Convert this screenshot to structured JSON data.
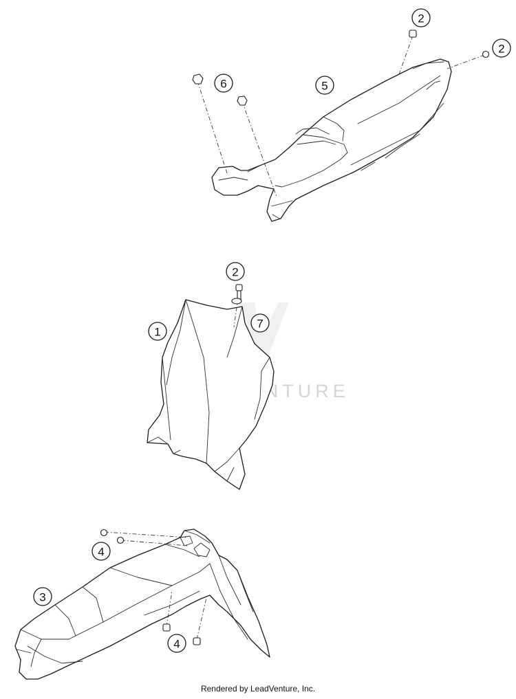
{
  "callouts": [
    {
      "id": "c-2a",
      "label": "2"
    },
    {
      "id": "c-2b",
      "label": "2"
    },
    {
      "id": "c-6",
      "label": "6"
    },
    {
      "id": "c-5",
      "label": "5"
    },
    {
      "id": "c-2c",
      "label": "2"
    },
    {
      "id": "c-1",
      "label": "1"
    },
    {
      "id": "c-7",
      "label": "7"
    },
    {
      "id": "c-4a",
      "label": "4"
    },
    {
      "id": "c-3",
      "label": "3"
    },
    {
      "id": "c-4b",
      "label": "4"
    }
  ],
  "watermark": {
    "text": "LEADVENTURE"
  },
  "footer": {
    "text": "Rendered by LeadVenture, Inc."
  }
}
